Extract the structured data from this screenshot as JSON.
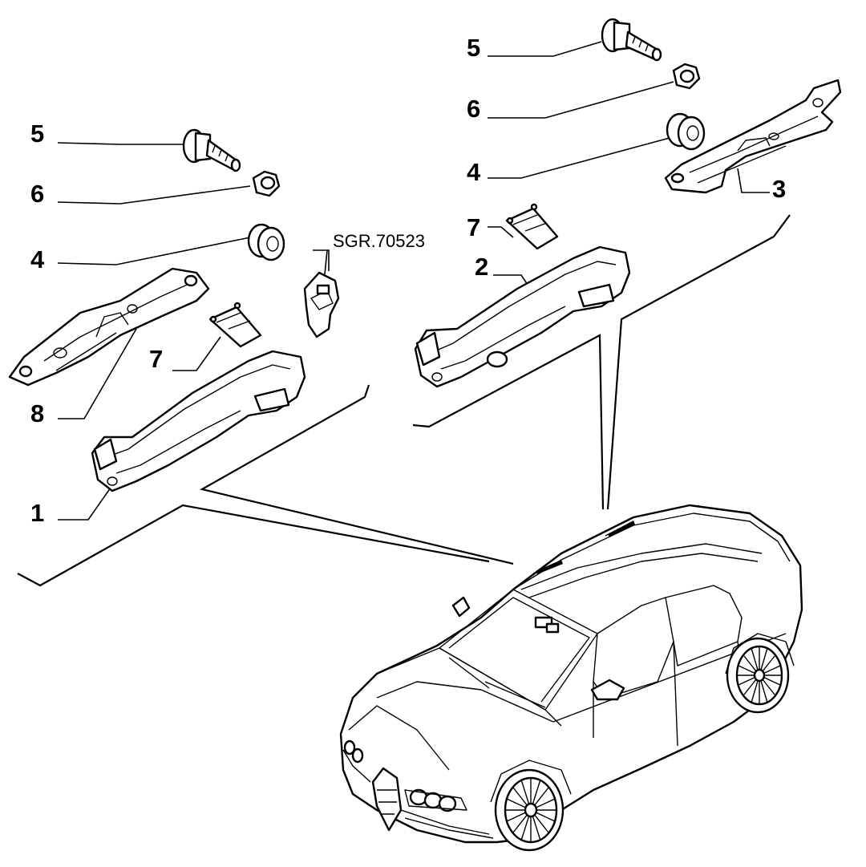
{
  "callouts": {
    "left_5": "5",
    "left_6": "6",
    "left_4": "4",
    "left_7": "7",
    "left_8": "8",
    "left_1": "1",
    "right_5": "5",
    "right_6": "6",
    "right_4": "4",
    "right_7": "7",
    "right_2": "2",
    "right_3": "3"
  },
  "reference_code": "SGR.70523"
}
